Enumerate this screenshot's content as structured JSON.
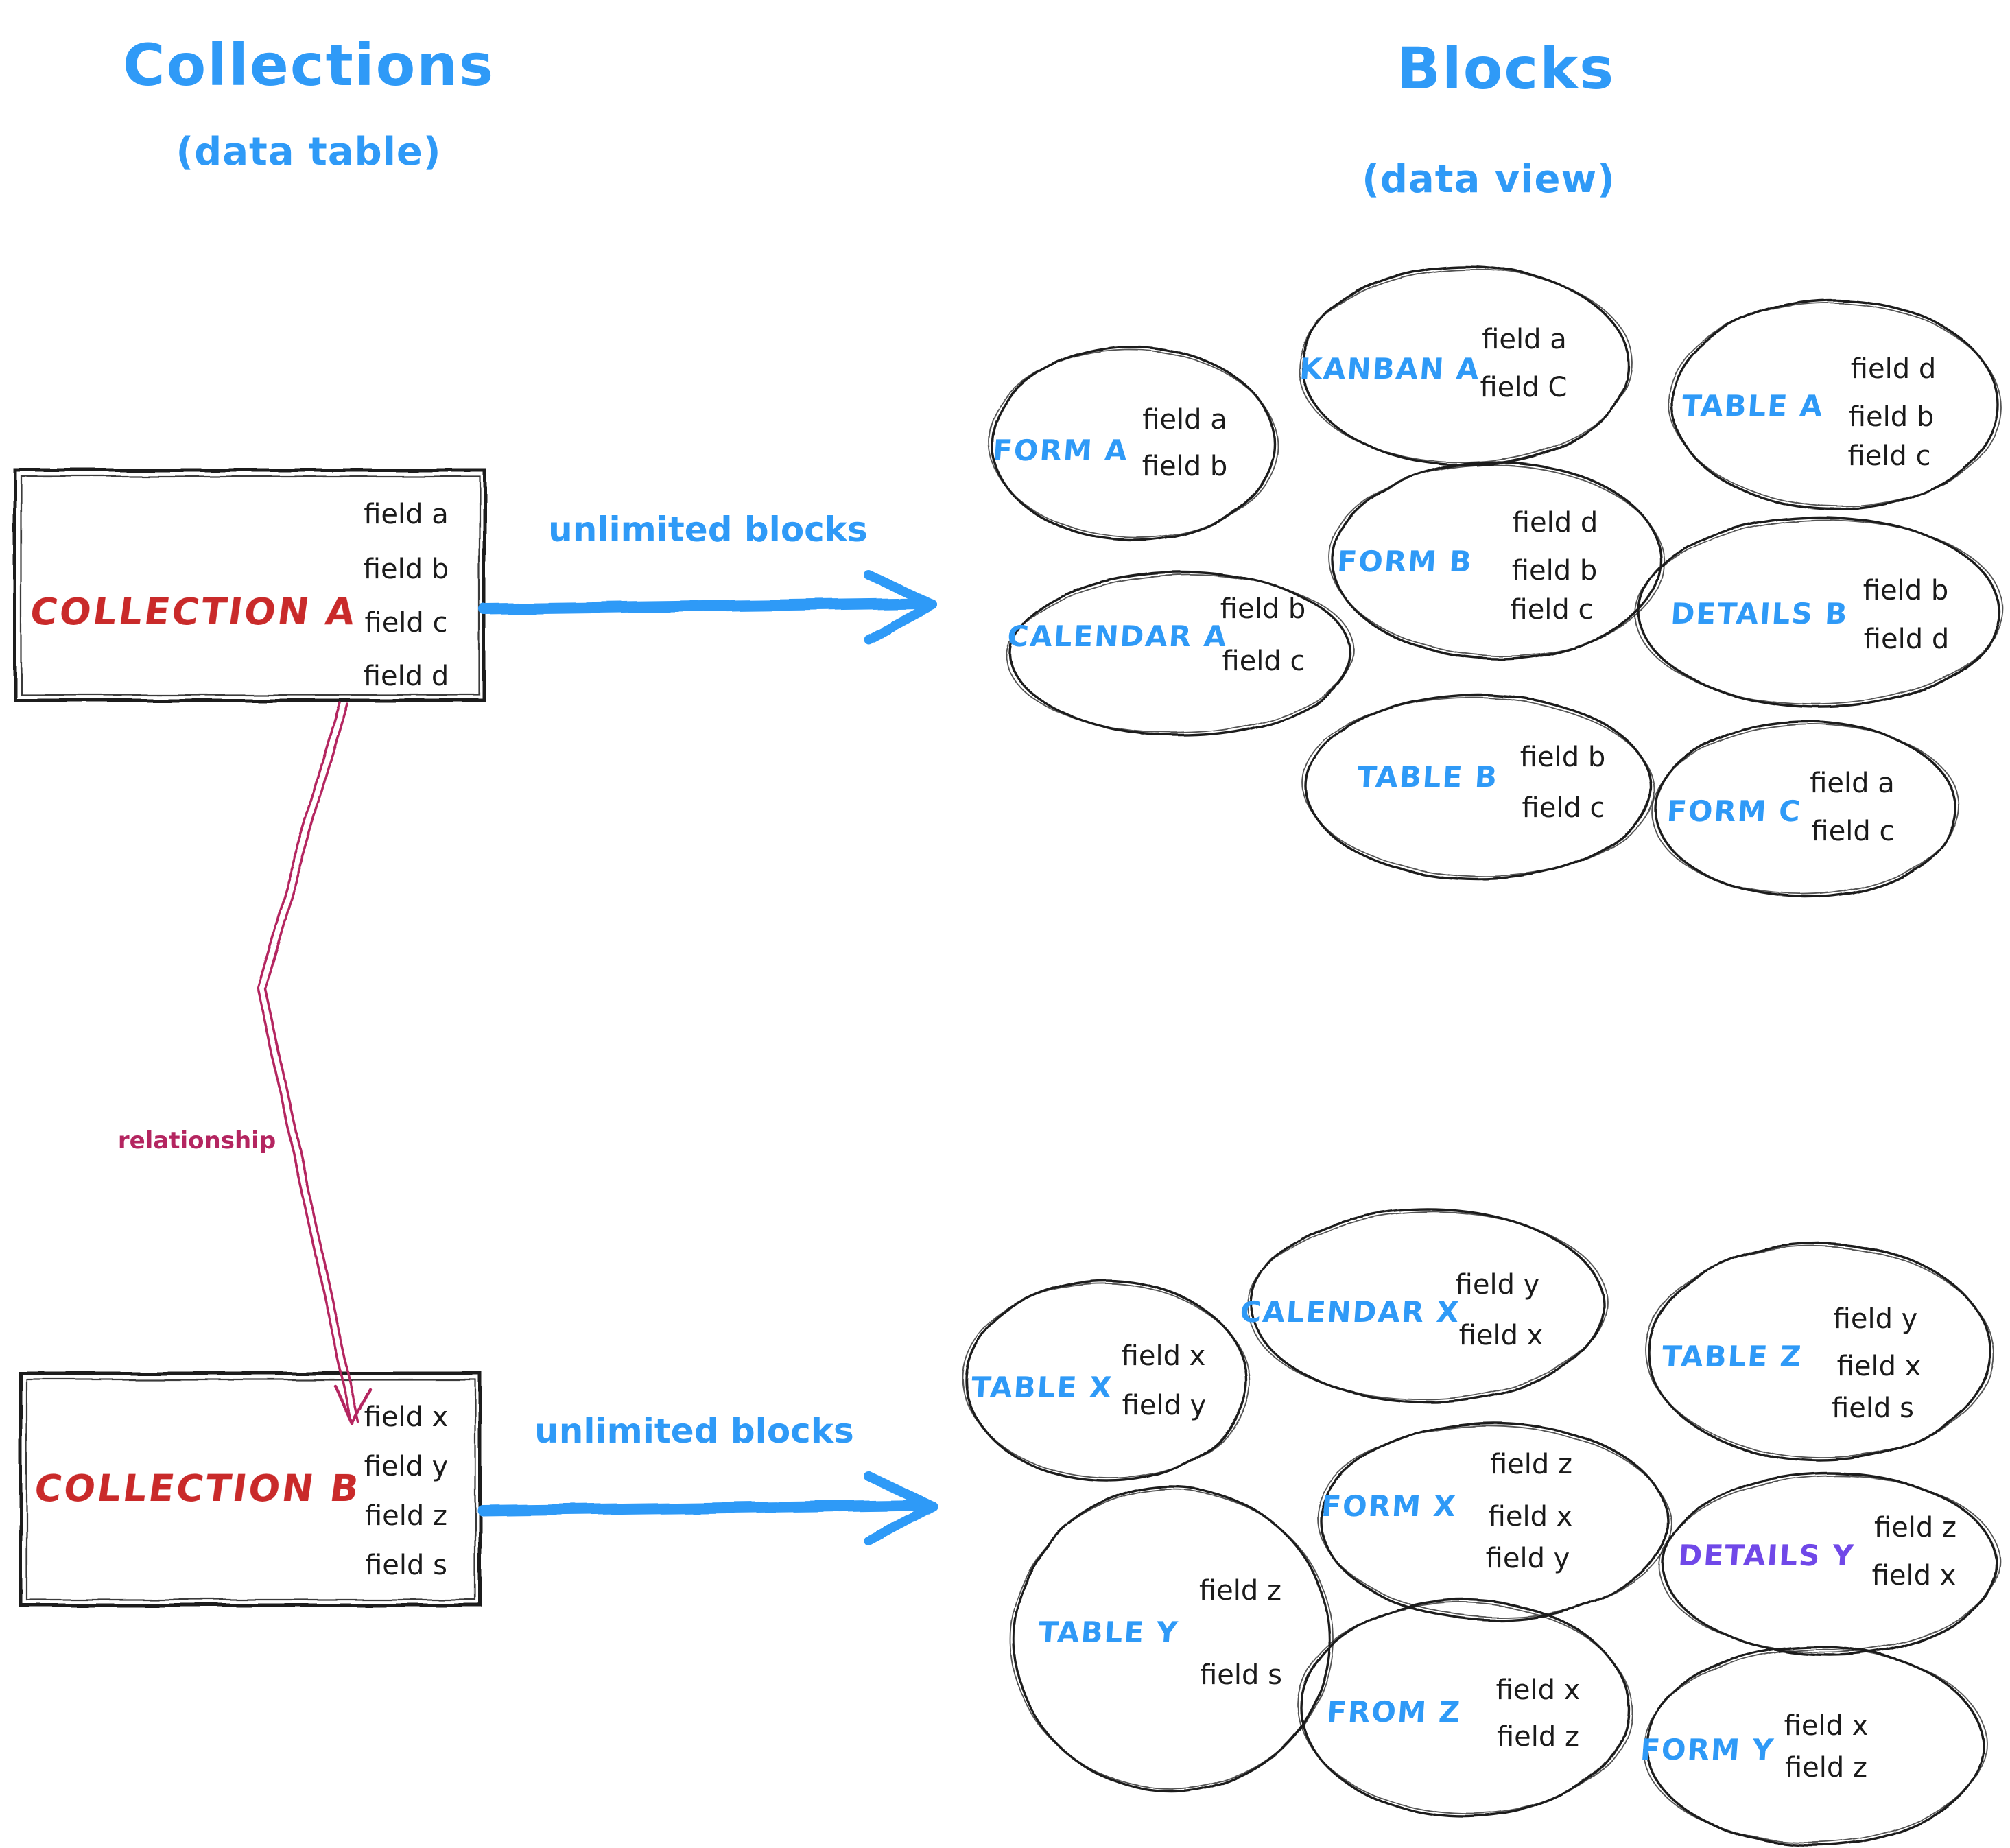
{
  "titles": {
    "left_title": "Collections",
    "left_subtitle": "(data table)",
    "right_title": "Blocks",
    "right_subtitle": "(data view)"
  },
  "collections": [
    {
      "name": "COLLECTION A",
      "fields": [
        "field a",
        "field b",
        "field c",
        "field d"
      ]
    },
    {
      "name": "COLLECTION B",
      "fields": [
        "field x",
        "field y",
        "field z",
        "field s"
      ]
    }
  ],
  "arrows": {
    "a_label": "unlimited blocks",
    "b_label": "unlimited blocks",
    "relationship_label": "relationship"
  },
  "blocks_a": [
    {
      "label": "FORM A",
      "fields": [
        "field a",
        "field b"
      ]
    },
    {
      "label": "KANBAN A",
      "fields": [
        "field a",
        "field C"
      ]
    },
    {
      "label": "TABLE A",
      "fields": [
        "field d",
        "field b",
        "field c"
      ]
    },
    {
      "label": "CALENDAR A",
      "fields": [
        "field b",
        "field c"
      ]
    },
    {
      "label": "FORM B",
      "fields": [
        "field d",
        "field b",
        "field c"
      ]
    },
    {
      "label": "DETAILS B",
      "fields": [
        "field b",
        "field d"
      ]
    },
    {
      "label": "TABLE B",
      "fields": [
        "field b",
        "field c"
      ]
    },
    {
      "label": "FORM C",
      "fields": [
        "field a",
        "field c"
      ]
    }
  ],
  "blocks_b": [
    {
      "label": "TABLE X",
      "fields": [
        "field x",
        "field y"
      ]
    },
    {
      "label": "CALENDAR X",
      "fields": [
        "field y",
        "field x"
      ]
    },
    {
      "label": "TABLE Z",
      "fields": [
        "field y",
        "field x",
        "field s"
      ]
    },
    {
      "label": "TABLE Y",
      "fields": [
        "field z",
        "field s"
      ]
    },
    {
      "label": "FORM X",
      "fields": [
        "field z",
        "field x",
        "field y"
      ]
    },
    {
      "label": "DETAILS Y",
      "fields": [
        "field z",
        "field x"
      ]
    },
    {
      "label": "FROM Z",
      "fields": [
        "field x",
        "field z"
      ]
    },
    {
      "label": "FORM Y",
      "fields": [
        "field x",
        "field z"
      ]
    }
  ],
  "colors": {
    "blue": "#2f9af7",
    "red": "#c92a2a",
    "crimson": "#b42560",
    "purple": "#7048e8",
    "ink": "#1b1b1b"
  }
}
